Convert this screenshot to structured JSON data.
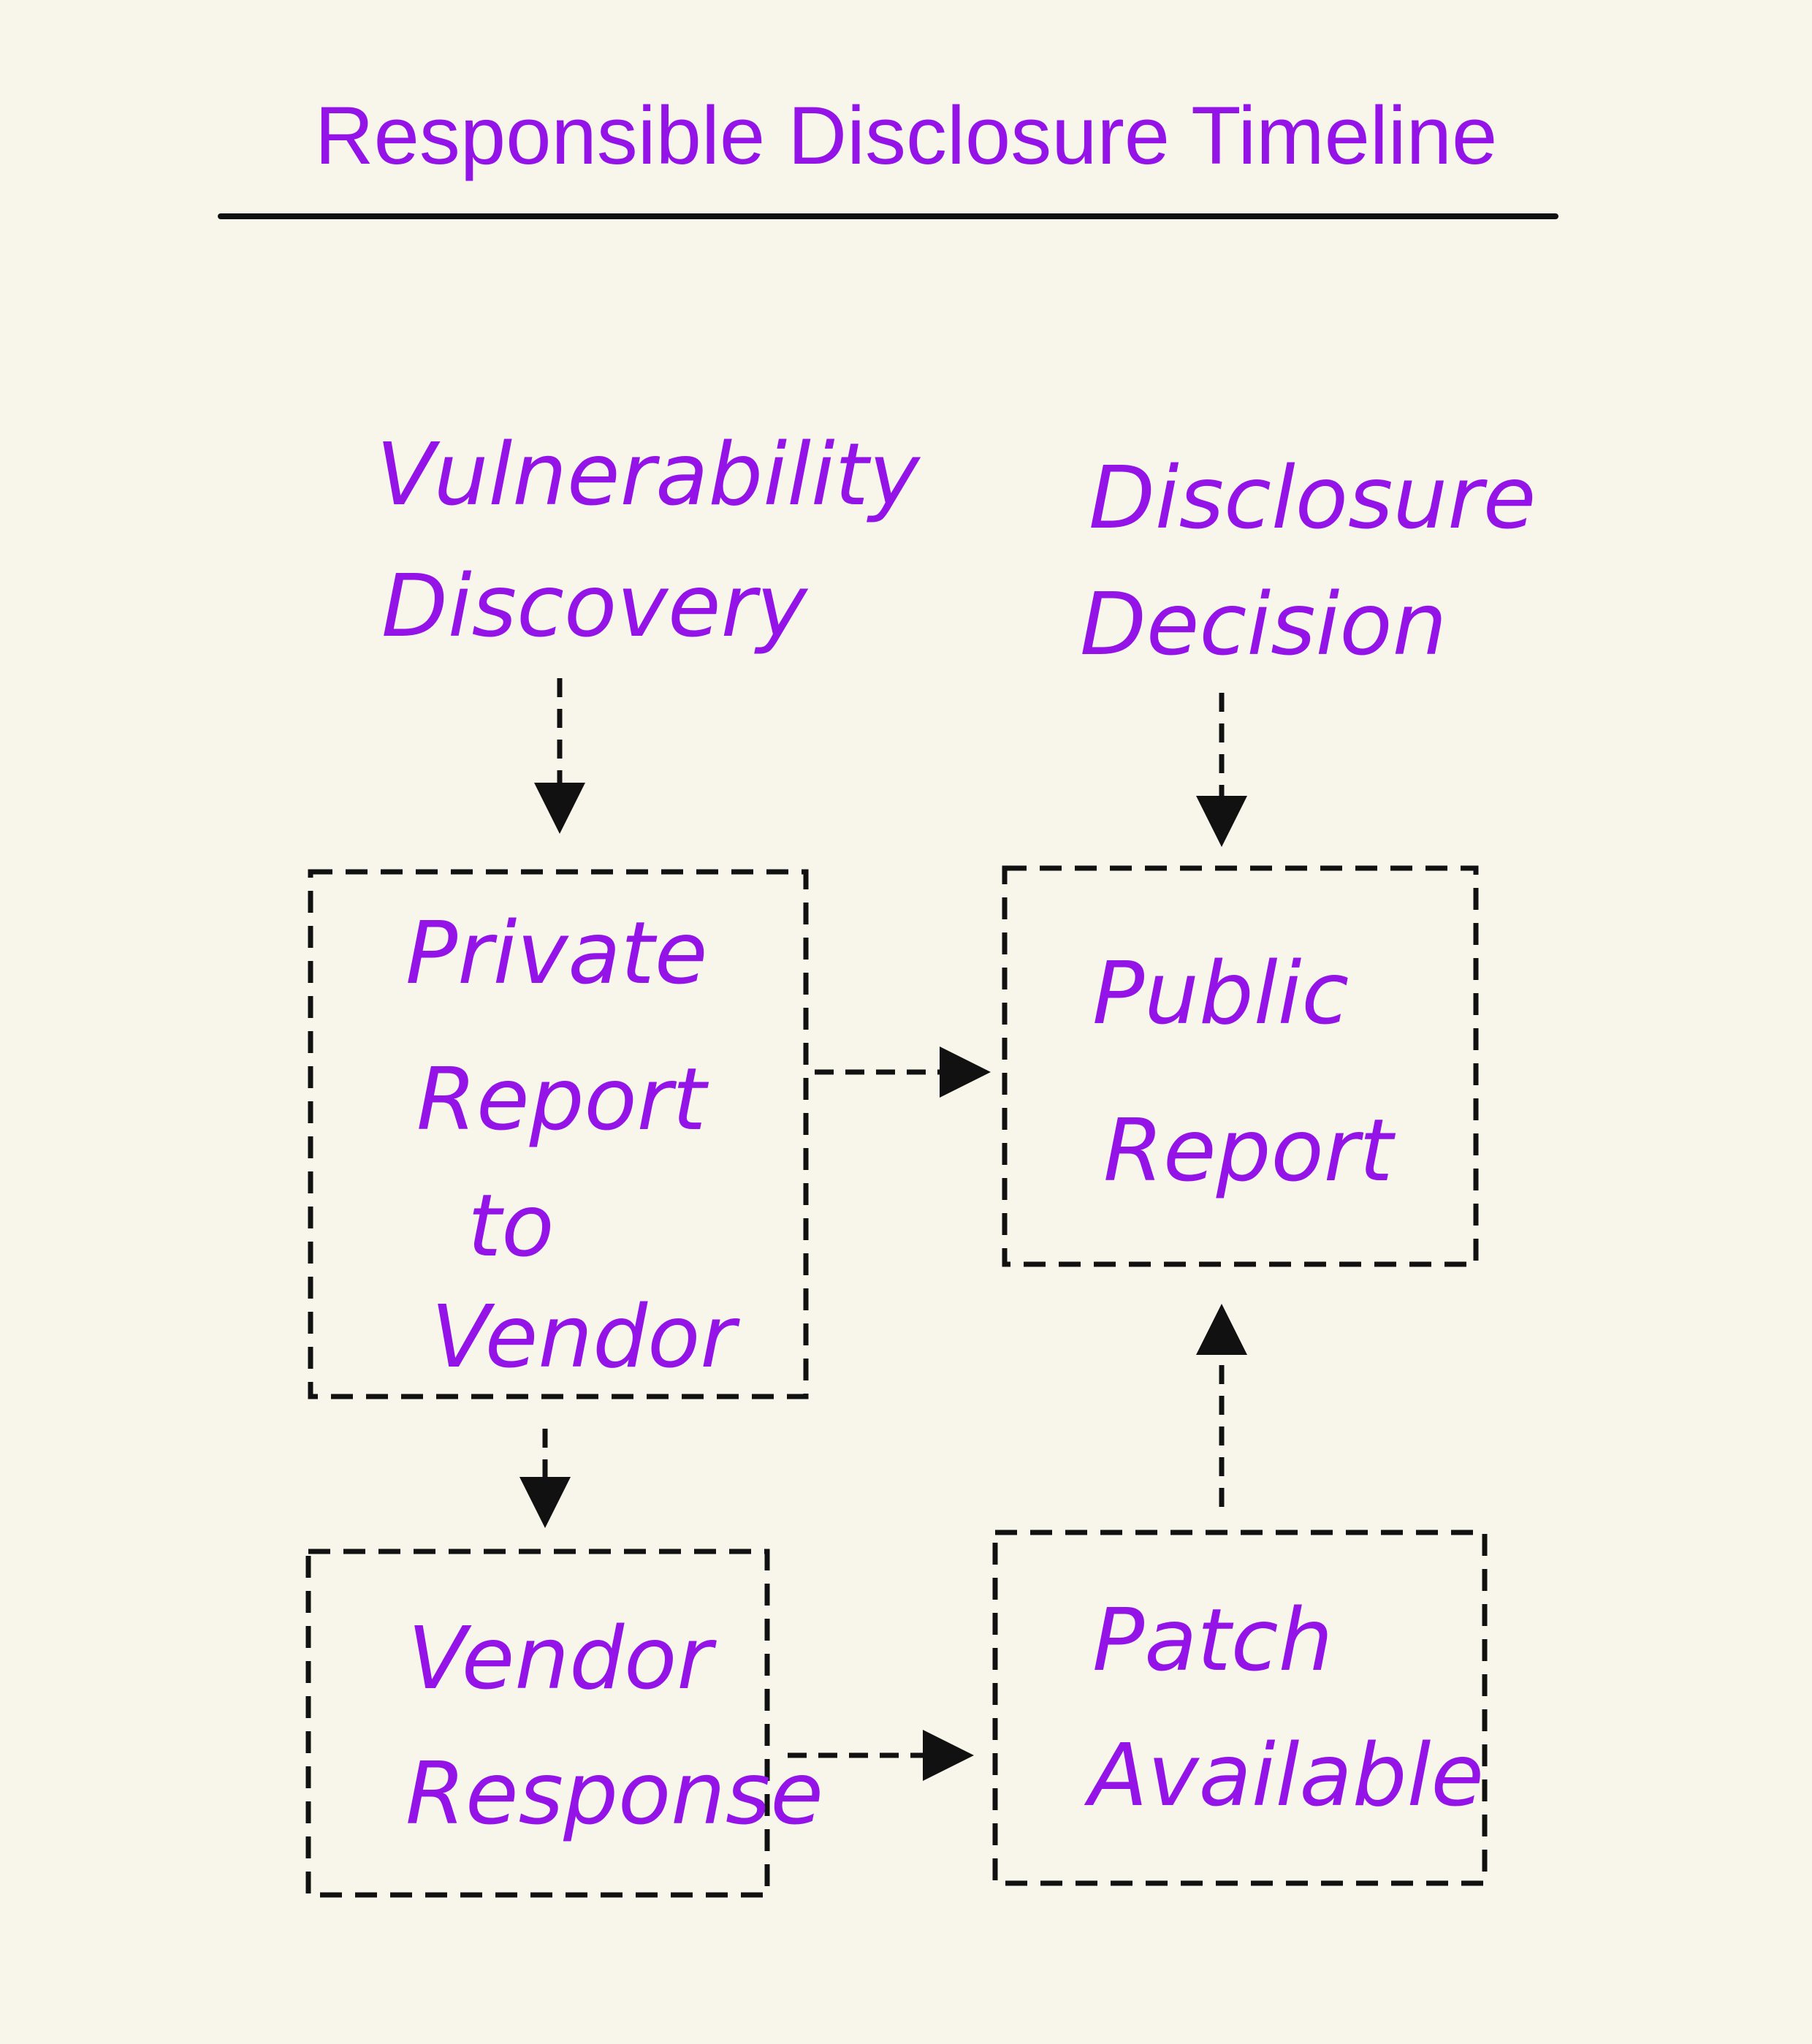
{
  "title": "Responsible Disclosure Timeline",
  "colors": {
    "background": "#f8f6eb",
    "ink": "#9414e8",
    "lines": "#111111"
  },
  "nodes": {
    "vulnerability_discovery": {
      "lines": [
        "Vulnerability",
        "Discovery"
      ]
    },
    "disclosure_decision": {
      "lines": [
        "Disclosure",
        "Decision"
      ]
    },
    "private_report": {
      "lines": [
        "Private",
        "Report",
        "to",
        "Vendor"
      ]
    },
    "public_report": {
      "lines": [
        "Public",
        "Report"
      ]
    },
    "vendor_response": {
      "lines": [
        "Vendor",
        "Response"
      ]
    },
    "patch_available": {
      "lines": [
        "Patch",
        "Available"
      ]
    }
  },
  "edges": [
    {
      "from": "vulnerability_discovery",
      "to": "private_report"
    },
    {
      "from": "disclosure_decision",
      "to": "public_report"
    },
    {
      "from": "private_report",
      "to": "public_report"
    },
    {
      "from": "private_report",
      "to": "vendor_response"
    },
    {
      "from": "vendor_response",
      "to": "patch_available"
    },
    {
      "from": "patch_available",
      "to": "public_report"
    }
  ]
}
